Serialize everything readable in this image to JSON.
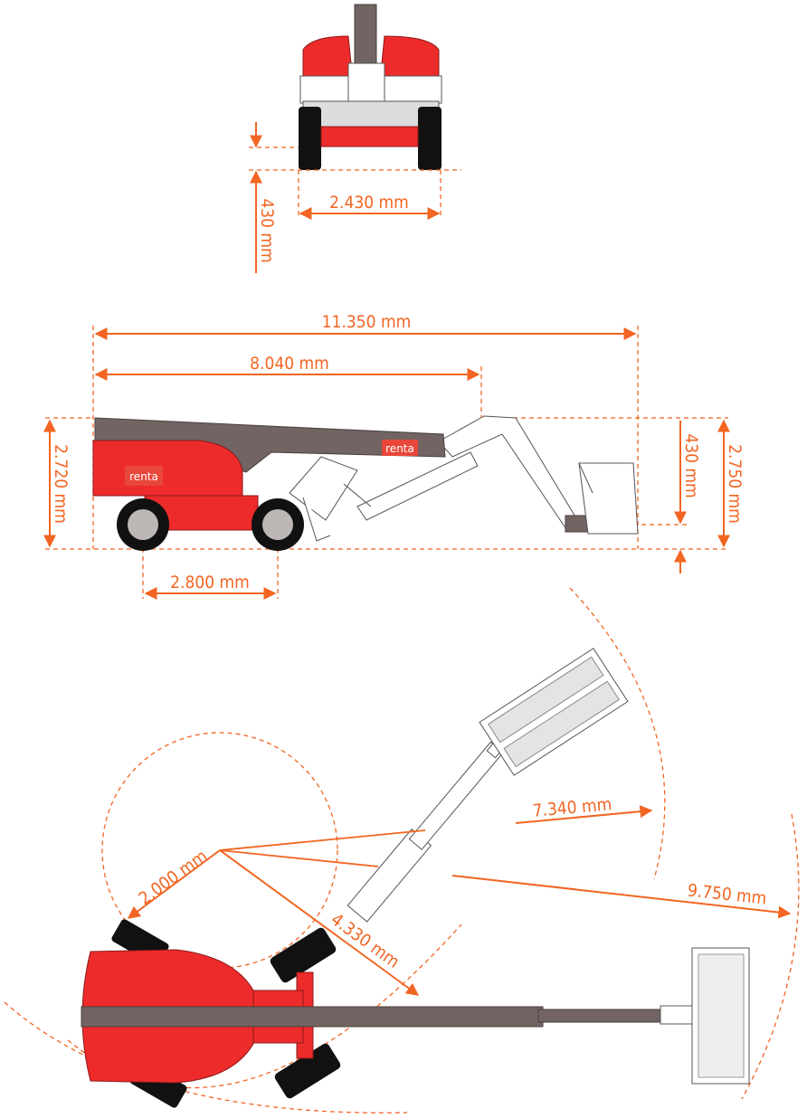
{
  "brand": "renta",
  "colors": {
    "dimension": "#f26522",
    "body": "#ee2b2b",
    "boom": "#716462",
    "tyre": "#111111"
  },
  "front_view": {
    "track_width": "2.430 mm",
    "ground_clearance": "430 mm"
  },
  "side_view": {
    "overall_length": "11.350 mm",
    "transport_length": "8.040 mm",
    "stowed_height": "2.720 mm",
    "platform_height": "2.750 mm",
    "platform_floor_clearance": "430 mm",
    "wheelbase": "2.800 mm"
  },
  "top_view": {
    "tail_swing_radius": "2.000 mm",
    "turning_radius": "4.330 mm",
    "jib_reach_radius": "7.340 mm",
    "max_reach_radius": "9.750 mm"
  }
}
